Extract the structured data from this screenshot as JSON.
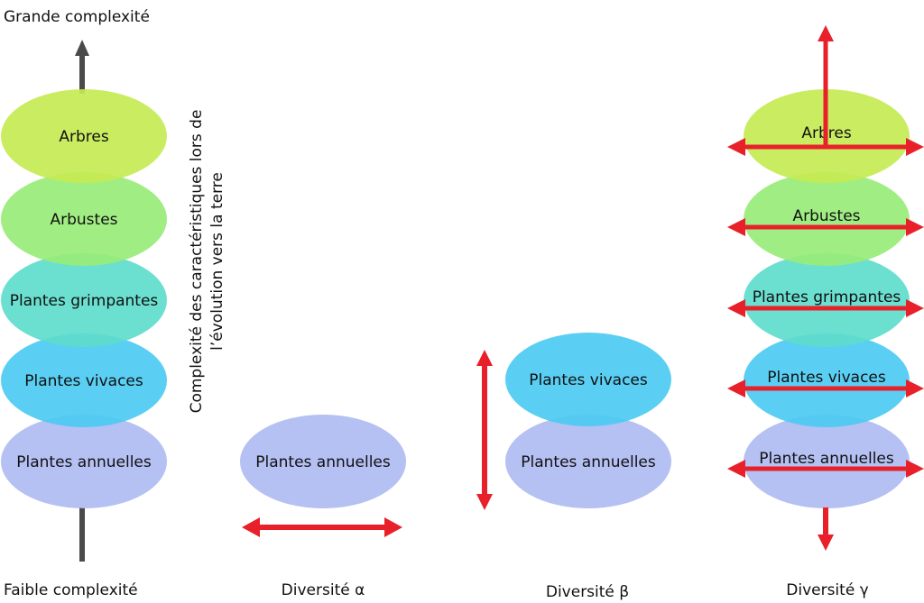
{
  "axis": {
    "top_label": "Grande complexité",
    "bottom_label": "Faible complexité",
    "side_title_line1": "Complexité des caractéristiques lors de",
    "side_title_line2": "l’évolution vers la terre"
  },
  "colors": {
    "arbres": "#c5ea52",
    "arbustes": "#98ec78",
    "grimpantes": "#5edccc",
    "vivaces": "#4ccbf2",
    "annuelles": "#afbbf2",
    "axis_arrow": "#4a4a4a",
    "diversity_arrow": "#e8202a"
  },
  "stack": {
    "levels": [
      {
        "key": "arbres",
        "label": "Arbres"
      },
      {
        "key": "arbustes",
        "label": "Arbustes"
      },
      {
        "key": "grimpantes",
        "label": "Plantes grimpantes"
      },
      {
        "key": "vivaces",
        "label": "Plantes vivaces"
      },
      {
        "key": "annuelles",
        "label": "Plantes annuelles"
      }
    ]
  },
  "alpha": {
    "caption": "Diversité α",
    "levels": [
      {
        "key": "annuelles",
        "label": "Plantes annuelles"
      }
    ]
  },
  "beta": {
    "caption": "Diversité β",
    "levels": [
      {
        "key": "vivaces",
        "label": "Plantes vivaces"
      },
      {
        "key": "annuelles",
        "label": "Plantes annuelles"
      }
    ]
  },
  "gamma": {
    "caption": "Diversité γ",
    "levels": [
      {
        "key": "arbres",
        "label": "Arbres"
      },
      {
        "key": "arbustes",
        "label": "Arbustes"
      },
      {
        "key": "grimpantes",
        "label": "Plantes grimpantes"
      },
      {
        "key": "vivaces",
        "label": "Plantes vivaces"
      },
      {
        "key": "annuelles",
        "label": "Plantes annuelles"
      }
    ]
  }
}
